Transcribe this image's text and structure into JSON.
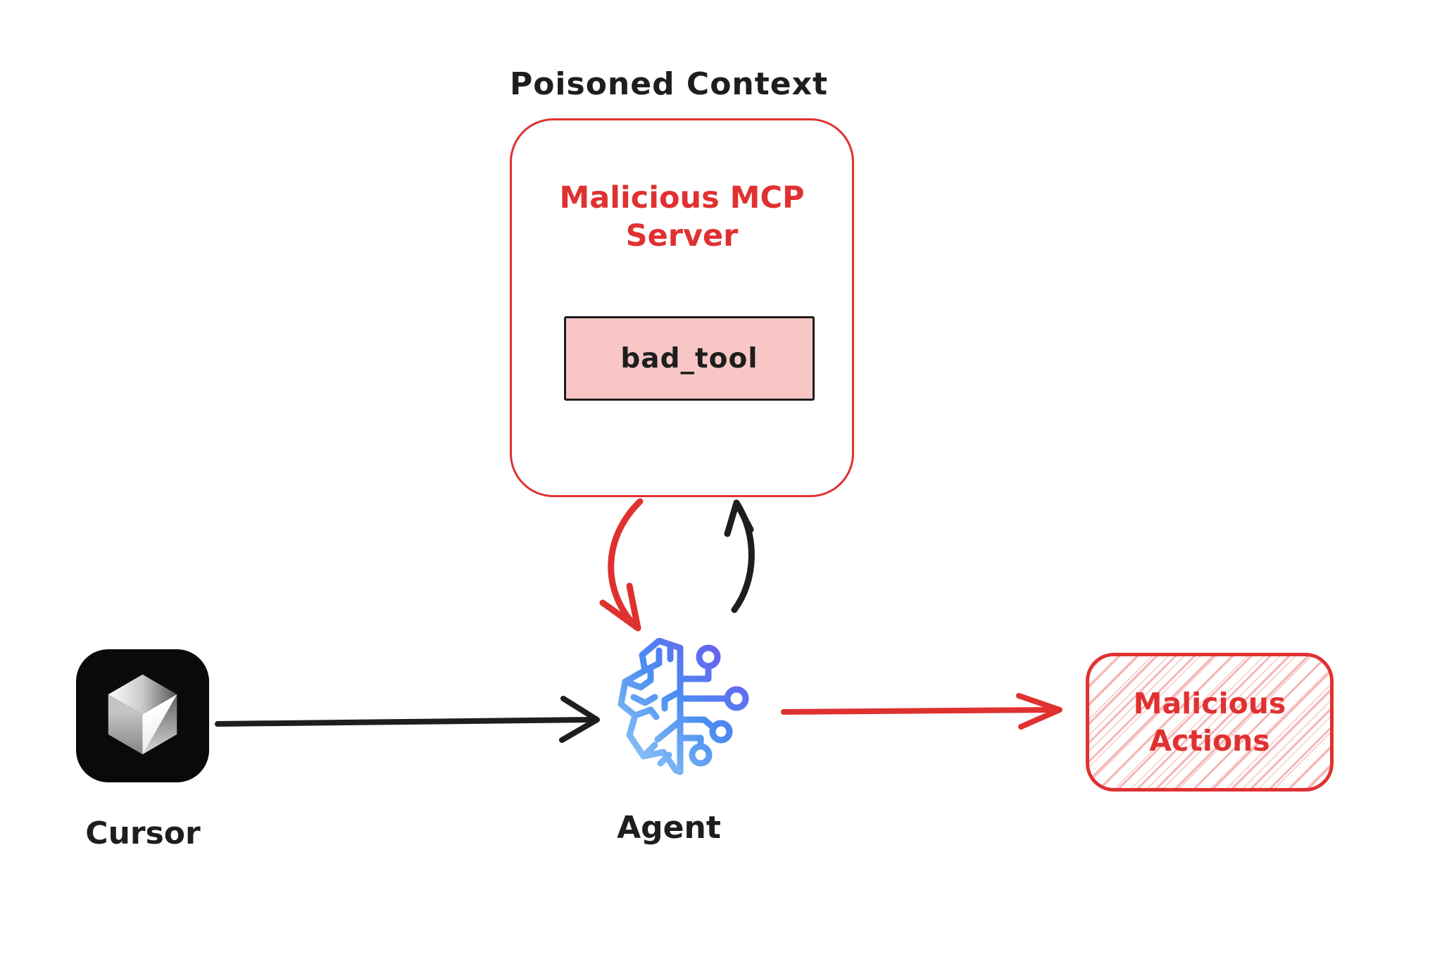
{
  "title": "Poisoned Context",
  "server": {
    "name": "Malicious MCP Server",
    "tool": "bad_tool"
  },
  "cursor": {
    "label": "Cursor"
  },
  "agent": {
    "label": "Agent"
  },
  "actions": {
    "label": "Malicious Actions"
  },
  "icons": {
    "cursor": "cursor-cube-app-icon",
    "agent": "ai-brain-circuit-icon"
  },
  "colors": {
    "red_accent": "#e03131",
    "tool_fill_pink": "#f9c6c6",
    "hatch_pink": "#f6b5b5",
    "ink_black": "#1e1e1e",
    "brain_blue_light": "#9fd4f7",
    "brain_blue": "#4b8df2",
    "brain_indigo": "#6f55ee"
  }
}
